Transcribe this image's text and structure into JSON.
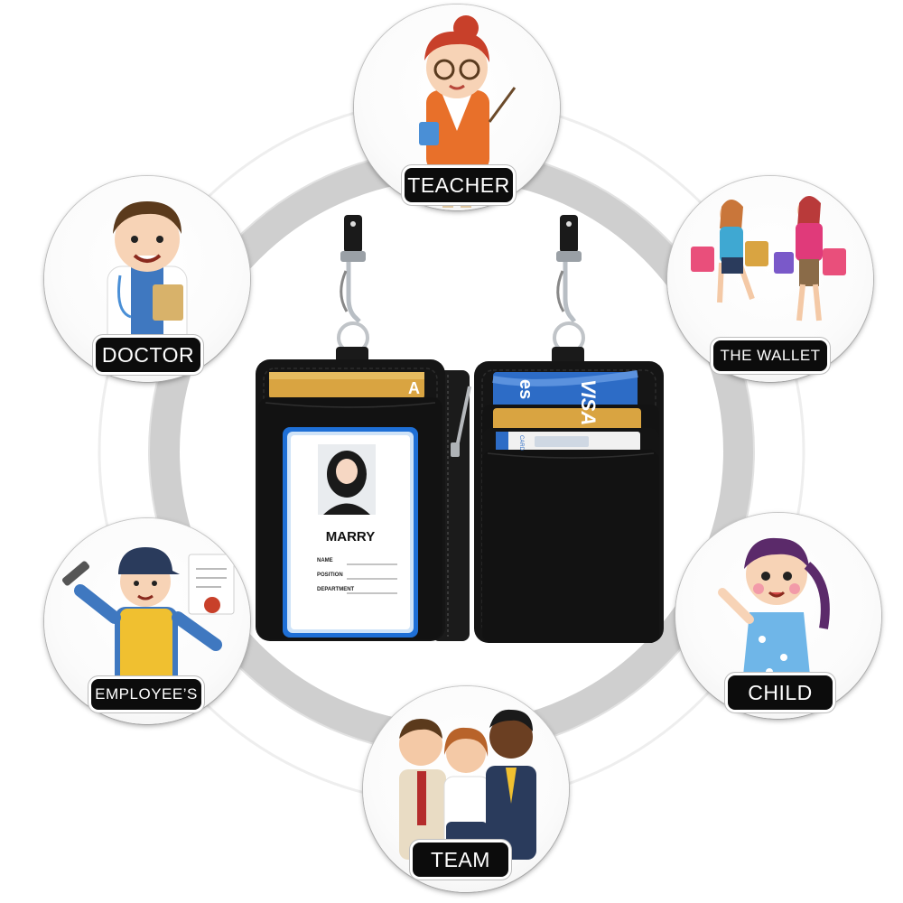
{
  "labels": {
    "teacher": "TEACHER",
    "doctor": "DOCTOR",
    "wallet": "THE WALLET",
    "employees": "EMPLOYEE’S",
    "child": "CHILD",
    "team": "TEAM"
  },
  "id_card": {
    "name": "MARRY",
    "fields": [
      "NAME",
      "POSITION",
      "DEPARTMENT"
    ]
  },
  "card_prints": {
    "visa": "VISA",
    "fragment": "es",
    "small": "CARD"
  },
  "colors": {
    "ring": "#c9c9c9",
    "wallet_leather": "#151515",
    "window_frame": "#1e6fd6",
    "gold_card": "#d9a441",
    "blue_card": "#2d6cc6",
    "tag_bg": "#0c0c0c"
  }
}
